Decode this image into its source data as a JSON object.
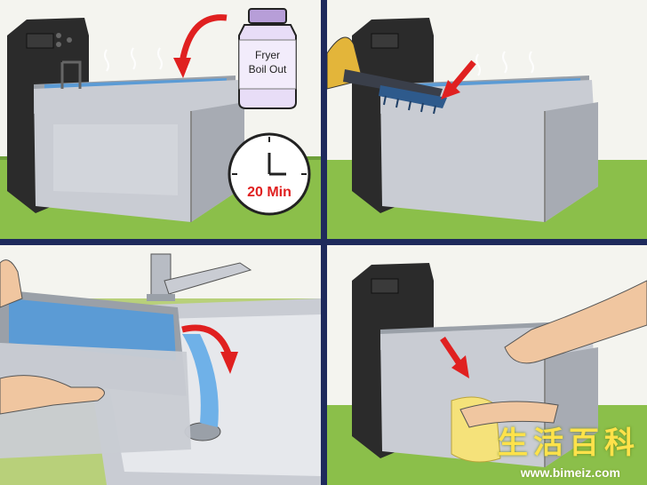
{
  "panels": {
    "step1": {
      "bottle_line1": "Fryer",
      "bottle_line2": "Boil Out",
      "timer_label": "20 Min"
    }
  },
  "watermark": {
    "brand_cn": "生活百科",
    "url": "www.bimeiz.com"
  },
  "colors": {
    "border": "#1e2a5c",
    "arrow": "#e02020",
    "water": "#5b9bd5",
    "grass": "#8bbf4a",
    "wall": "#f4f4ef",
    "steel": "#c9ccd3"
  }
}
